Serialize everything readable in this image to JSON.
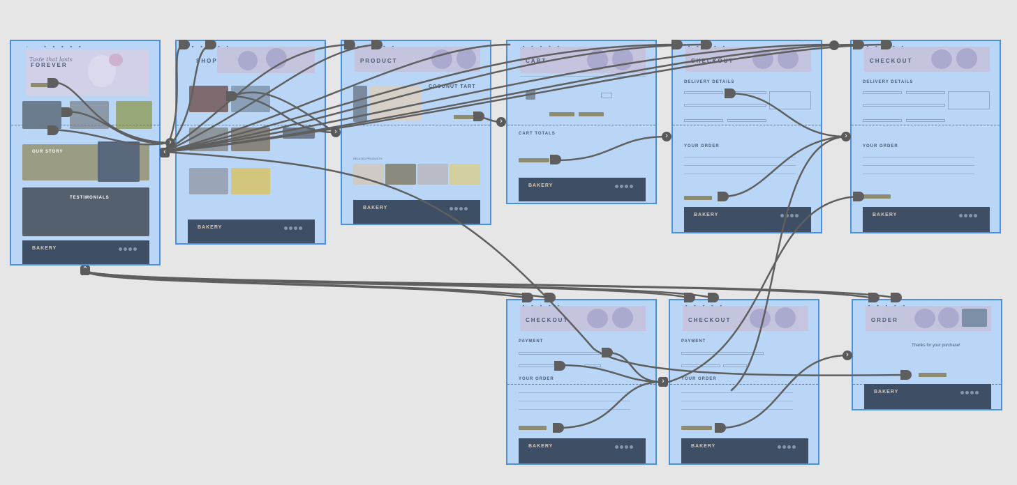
{
  "frames": [
    {
      "id": "home",
      "title": "FOREVER",
      "tagline": "Taste that lasts",
      "section_story": "OUR STORY",
      "section_testimonials": "TESTIMONIALS",
      "footer_logo": "BAKERY"
    },
    {
      "id": "shop",
      "title": "SHOP",
      "footer_logo": "BAKERY"
    },
    {
      "id": "product",
      "title": "PRODUCT",
      "product_name": "COCONUT TART",
      "related": "RELATED PRODUCTS",
      "footer_logo": "BAKERY"
    },
    {
      "id": "cart",
      "title": "CART",
      "totals": "CART TOTALS",
      "footer_logo": "BAKERY"
    },
    {
      "id": "checkout-1",
      "title": "CHECKOUT",
      "delivery": "DELIVERY DETAILS",
      "order": "YOUR ORDER",
      "footer_logo": "BAKERY"
    },
    {
      "id": "checkout-2",
      "title": "CHECKOUT",
      "delivery": "DELIVERY DETAILS",
      "order": "YOUR ORDER",
      "footer_logo": "BAKERY"
    },
    {
      "id": "payment-1",
      "title": "CHECKOUT",
      "payment": "PAYMENT",
      "order": "YOUR ORDER",
      "footer_logo": "BAKERY"
    },
    {
      "id": "payment-2",
      "title": "CHECKOUT",
      "payment": "PAYMENT",
      "order": "YOUR ORDER",
      "footer_logo": "BAKERY"
    },
    {
      "id": "order",
      "title": "ORDER",
      "thanks": "Thanks for your purchase!",
      "footer_logo": "BAKERY"
    }
  ],
  "icons": {
    "arrow_right": "›",
    "arrow_left": "‹",
    "arrow_up": "⌃"
  },
  "colors": {
    "canvas": "#e6e6e6",
    "frame_fill": "#b9d6f7",
    "frame_border": "#4a8fe0",
    "wire": "#5f5f5f",
    "footer": "#3d4e65",
    "accent_olive": "#8e8b6e"
  }
}
